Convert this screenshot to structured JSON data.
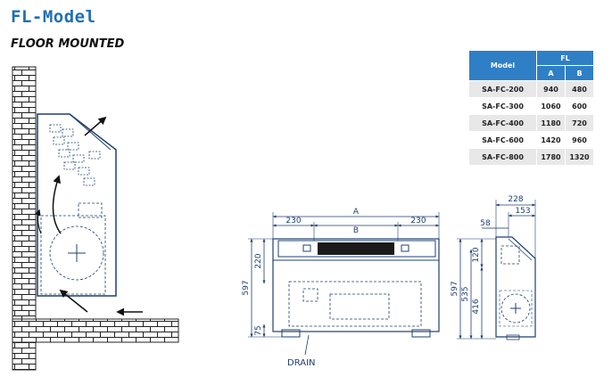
{
  "header": {
    "title": "FL-Model",
    "subtitle": "FLOOR MOUNTED"
  },
  "spec_table": {
    "model_header": "Model",
    "group_header": "FL",
    "col_a": "A",
    "col_b": "B",
    "rows": [
      {
        "model": "SA-FC-200",
        "a": "940",
        "b": "480"
      },
      {
        "model": "SA-FC-300",
        "a": "1060",
        "b": "600"
      },
      {
        "model": "SA-FC-400",
        "a": "1180",
        "b": "720"
      },
      {
        "model": "SA-FC-600",
        "a": "1420",
        "b": "960"
      },
      {
        "model": "SA-FC-800",
        "a": "1780",
        "b": "1320"
      }
    ]
  },
  "front_view": {
    "dim_a": "A",
    "dim_b": "B",
    "dim_left": "230",
    "dim_right": "230",
    "dim_total_height": "597",
    "dim_top": "220",
    "dim_bottom": "75",
    "drain_label": "DRAIN"
  },
  "side_view": {
    "dim_depth": "228",
    "dim_153": "153",
    "dim_58": "58",
    "dim_597": "597",
    "dim_535": "535",
    "dim_416": "416",
    "dim_120": "120"
  },
  "colors": {
    "title_blue": "#1f6fb5",
    "table_header": "#2f7fc6",
    "line_blue": "#1f3f6f"
  }
}
